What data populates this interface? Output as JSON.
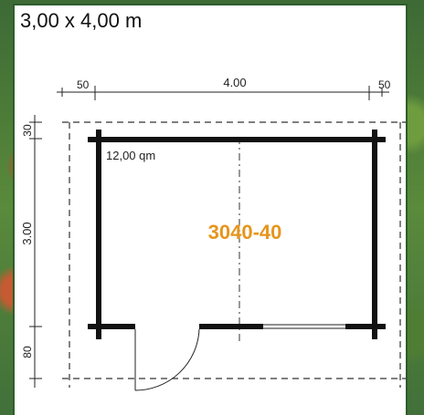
{
  "title": "3,00 x 4,00 m",
  "model_code": "3040-40",
  "area_label": "12,00 qm",
  "dimensions": {
    "top_left": "50",
    "top_center": "4.00",
    "top_right": "50",
    "side_top": "30",
    "side_mid": "3.00",
    "side_bottom": "80"
  },
  "colors": {
    "model_code": "#e6951c",
    "frame_border": "#2d5e2a"
  }
}
